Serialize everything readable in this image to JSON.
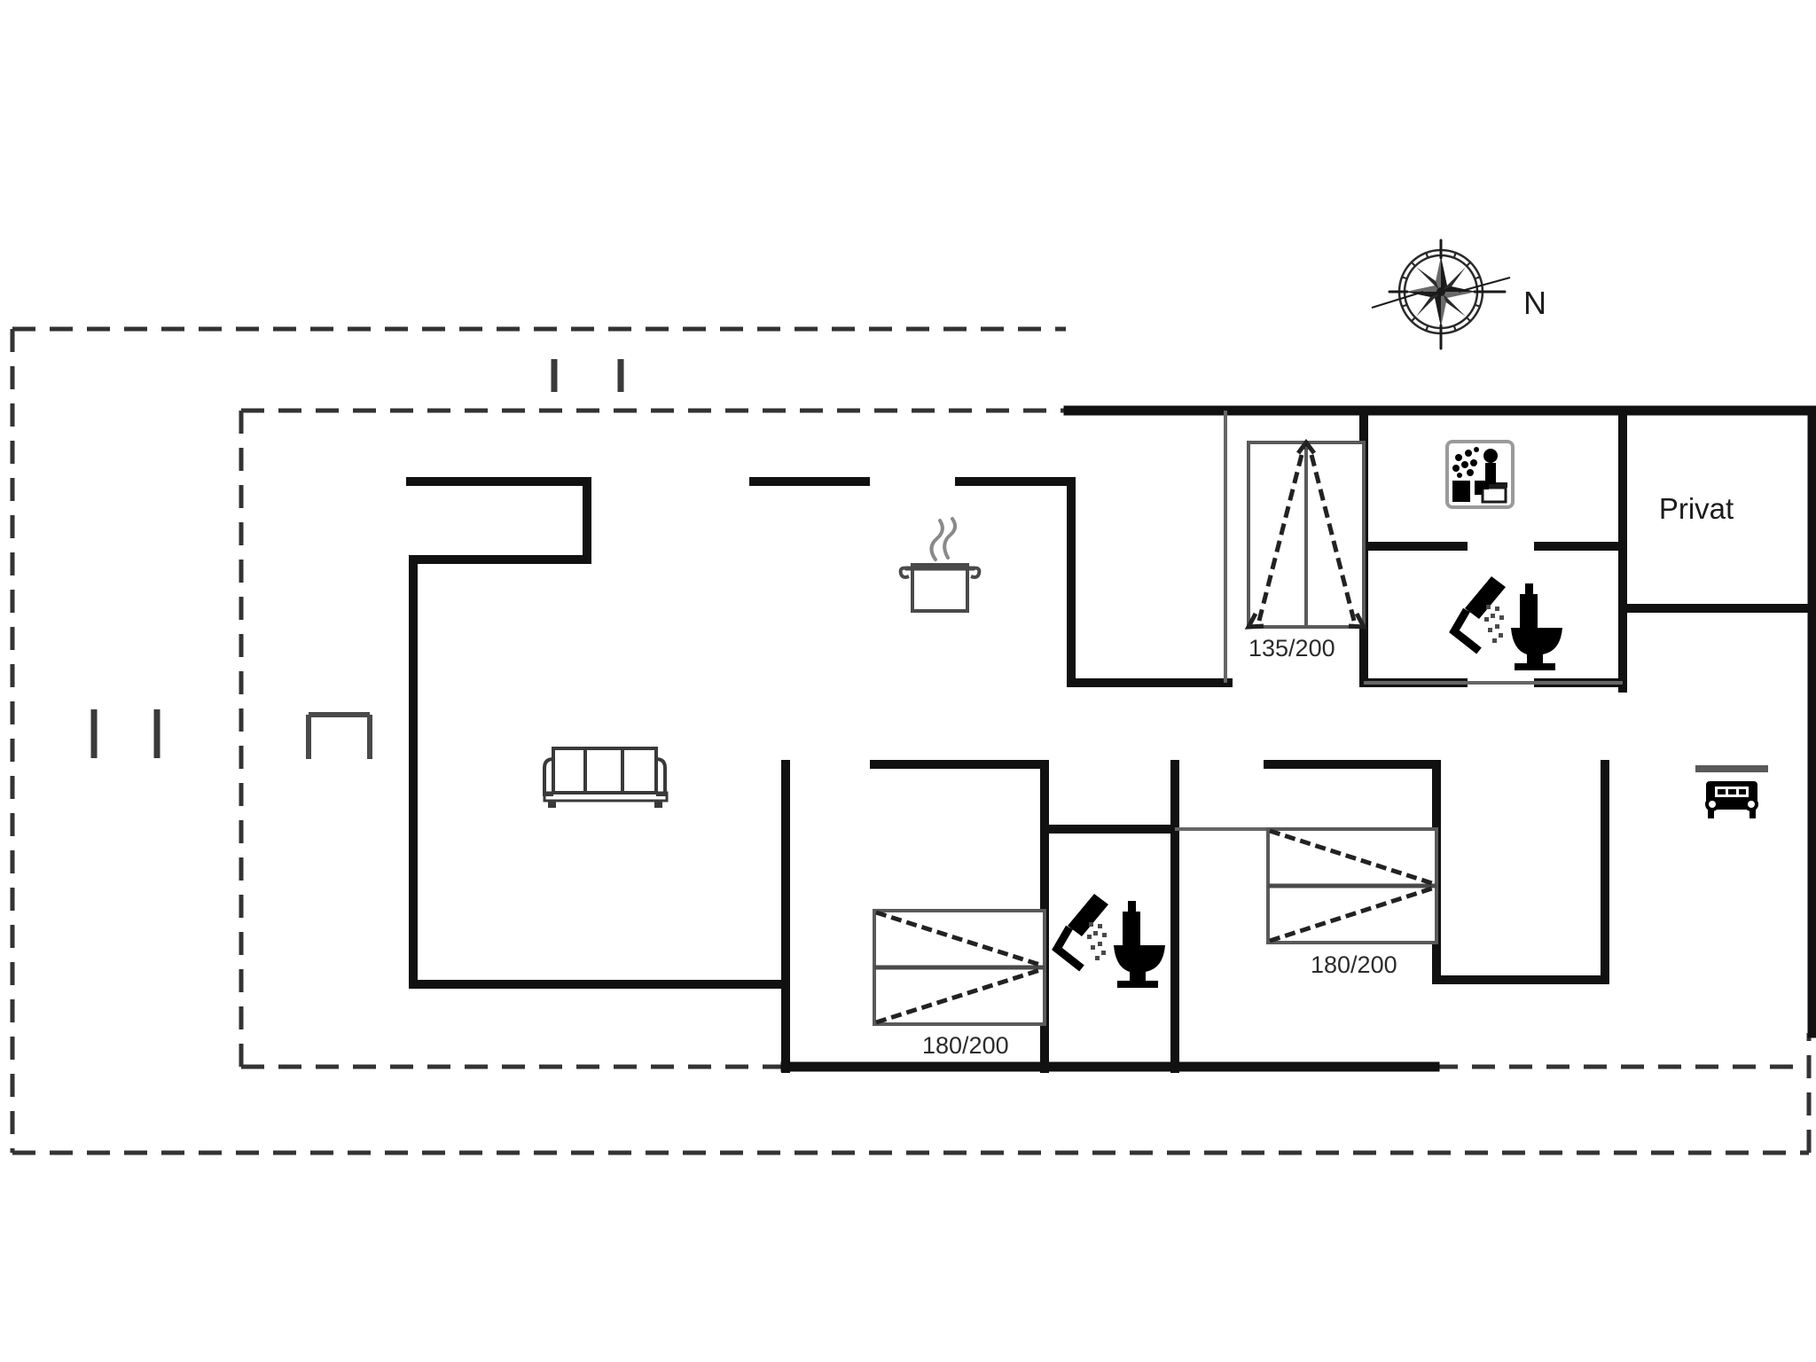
{
  "document": {
    "type": "floor-plan",
    "title": "Holiday house floor plan",
    "background_color": "#ffffff",
    "wall_color": "#111111",
    "thin_line_color": "#555555",
    "dashed_line_color": "#333333"
  },
  "compass": {
    "label": "N",
    "name": "compass-rose",
    "direction": "right"
  },
  "rooms": [
    {
      "id": "privat",
      "label": "Privat"
    }
  ],
  "beds": [
    {
      "id": "bed-135-200",
      "label": "135/200",
      "style": "double-arrow"
    },
    {
      "id": "bed-180-200-left",
      "label": "180/200",
      "style": "cross"
    },
    {
      "id": "bed-180-200-right",
      "label": "180/200",
      "style": "cross"
    }
  ],
  "icons": [
    {
      "id": "kitchen",
      "name": "cooking-pot-icon",
      "title": "Kitchen"
    },
    {
      "id": "living",
      "name": "sofa-icon",
      "title": "Living room sofa"
    },
    {
      "id": "sauna",
      "name": "sauna-icon",
      "title": "Sauna"
    },
    {
      "id": "bath-upper",
      "name": "shower-toilet-icon",
      "title": "Shower and toilet"
    },
    {
      "id": "bath-lower",
      "name": "shower-toilet-icon",
      "title": "Shower and toilet"
    },
    {
      "id": "carport",
      "name": "carport-icon",
      "title": "Carport"
    },
    {
      "id": "terrace-table",
      "name": "terrace-table-icon",
      "title": "Terrace table"
    }
  ],
  "markers": {
    "terrace_ticks_top": 2,
    "terrace_ticks_left": 2
  },
  "colors": {
    "wall": "#111111",
    "thin": "#555555",
    "dashed": "#333333",
    "text": "#1c1c1c",
    "icon": "#000000"
  }
}
